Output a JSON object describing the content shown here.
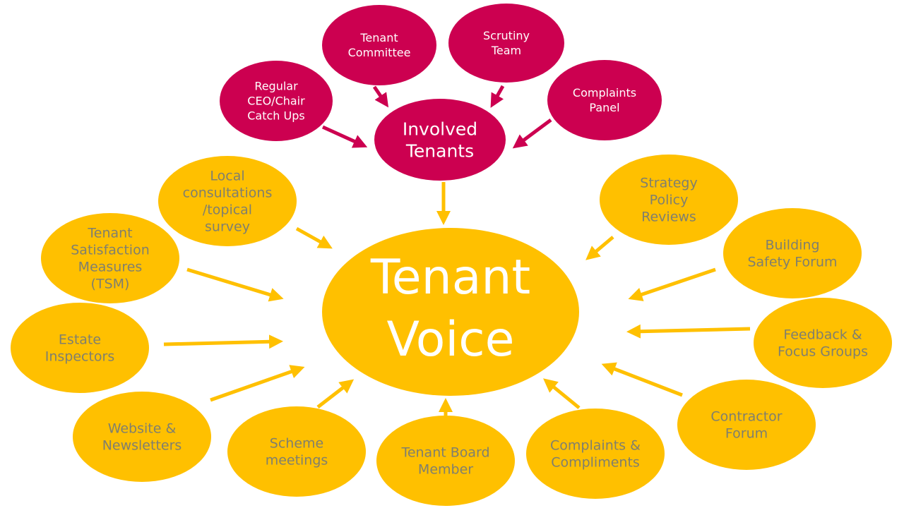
{
  "colors": {
    "crimson": "#cc0050",
    "yellow": "#ffc000",
    "text_gray": "#7f7f6f",
    "white": "#ffffff"
  },
  "center": {
    "lines": [
      "Tenant",
      "Voice"
    ]
  },
  "involved": {
    "lines": [
      "Involved",
      "Tenants"
    ]
  },
  "crimson_nodes": [
    {
      "lines": [
        "Tenant",
        "Committee"
      ]
    },
    {
      "lines": [
        "Scrutiny",
        "Team"
      ]
    },
    {
      "lines": [
        "Regular",
        "CEO/Chair",
        "Catch Ups"
      ]
    },
    {
      "lines": [
        "Complaints",
        "Panel"
      ]
    }
  ],
  "yellow_nodes": [
    {
      "lines": [
        "Local",
        "consultations",
        "/topical",
        "survey"
      ]
    },
    {
      "lines": [
        "Tenant",
        "Satisfaction",
        "Measures",
        "(TSM)"
      ]
    },
    {
      "lines": [
        "Estate",
        "Inspectors"
      ]
    },
    {
      "lines": [
        "Website &",
        "Newsletters"
      ]
    },
    {
      "lines": [
        "Scheme",
        "meetings"
      ]
    },
    {
      "lines": [
        "Tenant Board",
        "Member"
      ]
    },
    {
      "lines": [
        "Complaints &",
        "Compliments"
      ]
    },
    {
      "lines": [
        "Contractor",
        "Forum"
      ]
    },
    {
      "lines": [
        "Feedback &",
        "Focus Groups"
      ]
    },
    {
      "lines": [
        "Building",
        "Safety Forum"
      ]
    },
    {
      "lines": [
        "Strategy",
        "Policy",
        "Reviews"
      ]
    }
  ]
}
